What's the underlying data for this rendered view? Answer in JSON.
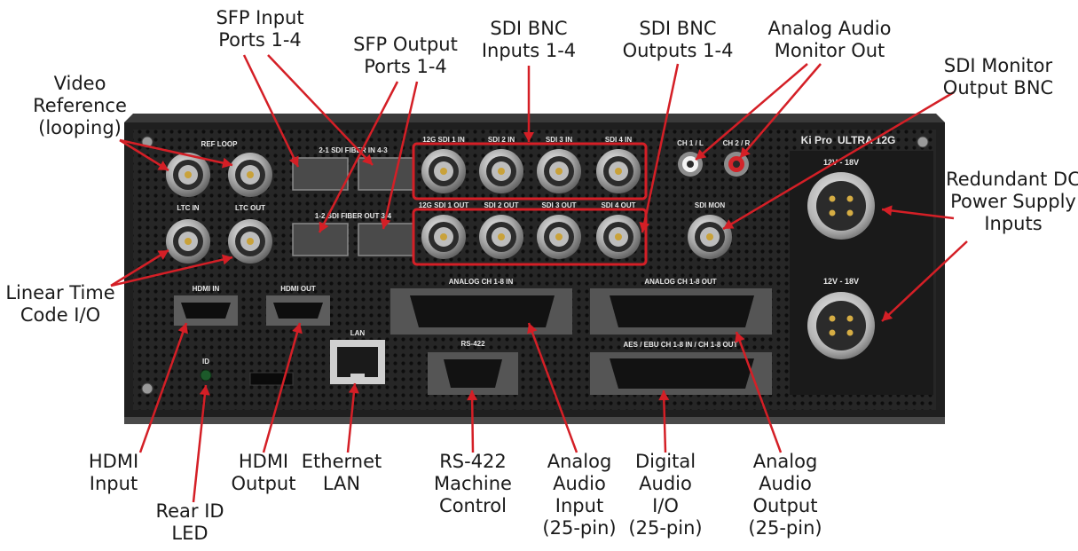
{
  "colors": {
    "callout_line": "#d41f26",
    "chassis": "#2a2a2a",
    "chassis_dark": "#111111",
    "panel_text": "#e6e6e6",
    "metal": "#b9b9b9",
    "gold": "#c9a23a"
  },
  "panel": {
    "brand": "Ki Pro",
    "model": "ULTRA 12G",
    "labels": {
      "ref_loop": "REF LOOP",
      "ltc_in": "LTC IN",
      "ltc_out": "LTC OUT",
      "sfp_in": "2-1   SDI FIBER IN   4-3",
      "sfp_out": "1-2  SDI FIBER OUT  3-4",
      "sdi_in": [
        "12G SDI 1 IN",
        "SDI 2 IN",
        "SDI 3 IN",
        "SDI 4 IN"
      ],
      "sdi_out": [
        "12G SDI 1 OUT",
        "SDI 2 OUT",
        "SDI 3 OUT",
        "SDI 4 OUT"
      ],
      "ch1": "CH 1 / L",
      "ch2": "CH 2 / R",
      "sdi_mon": "SDI MON",
      "dc1": "12V - 18V",
      "dc2": "12V - 18V",
      "hdmi_in": "HDMI IN",
      "hdmi_out": "HDMI OUT",
      "lan": "LAN",
      "id": "ID",
      "rs422": "RS-422",
      "analog_in": "ANALOG CH 1-8 IN",
      "analog_out": "ANALOG CH 1-8 OUT",
      "aes": "AES / EBU CH 1-8 IN / CH 1-8 OUT"
    }
  },
  "callouts": [
    {
      "id": "video-reference",
      "lines": [
        "Video",
        "Reference",
        "(looping)"
      ]
    },
    {
      "id": "sfp-input",
      "lines": [
        "SFP Input",
        "Ports 1-4"
      ]
    },
    {
      "id": "sfp-output",
      "lines": [
        "SFP Output",
        "Ports 1-4"
      ]
    },
    {
      "id": "sdi-bnc-inputs",
      "lines": [
        "SDI BNC",
        "Inputs 1-4"
      ]
    },
    {
      "id": "sdi-bnc-outputs",
      "lines": [
        "SDI BNC",
        "Outputs 1-4"
      ]
    },
    {
      "id": "analog-audio-monitor",
      "lines": [
        "Analog Audio",
        "Monitor Out"
      ]
    },
    {
      "id": "sdi-monitor",
      "lines": [
        "SDI Monitor",
        "Output BNC"
      ]
    },
    {
      "id": "redundant-dc",
      "lines": [
        "Redundant DC",
        "Power Supply",
        "Inputs"
      ]
    },
    {
      "id": "linear-time-code",
      "lines": [
        "Linear Time",
        "Code  I/O"
      ]
    },
    {
      "id": "hdmi-input",
      "lines": [
        "HDMI",
        "Input"
      ]
    },
    {
      "id": "rear-id-led",
      "lines": [
        "Rear ID",
        "LED"
      ]
    },
    {
      "id": "hdmi-output",
      "lines": [
        "HDMI",
        "Output"
      ]
    },
    {
      "id": "ethernet-lan",
      "lines": [
        "Ethernet",
        "LAN"
      ]
    },
    {
      "id": "rs422",
      "lines": [
        "RS-422",
        "Machine",
        "Control"
      ]
    },
    {
      "id": "analog-audio-input",
      "lines": [
        "Analog",
        "Audio",
        "Input",
        "(25-pin)"
      ]
    },
    {
      "id": "digital-audio",
      "lines": [
        "Digital",
        "Audio",
        "I/O",
        "(25-pin)"
      ]
    },
    {
      "id": "analog-audio-output",
      "lines": [
        "Analog",
        "Audio",
        "Output",
        "(25-pin)"
      ]
    }
  ]
}
